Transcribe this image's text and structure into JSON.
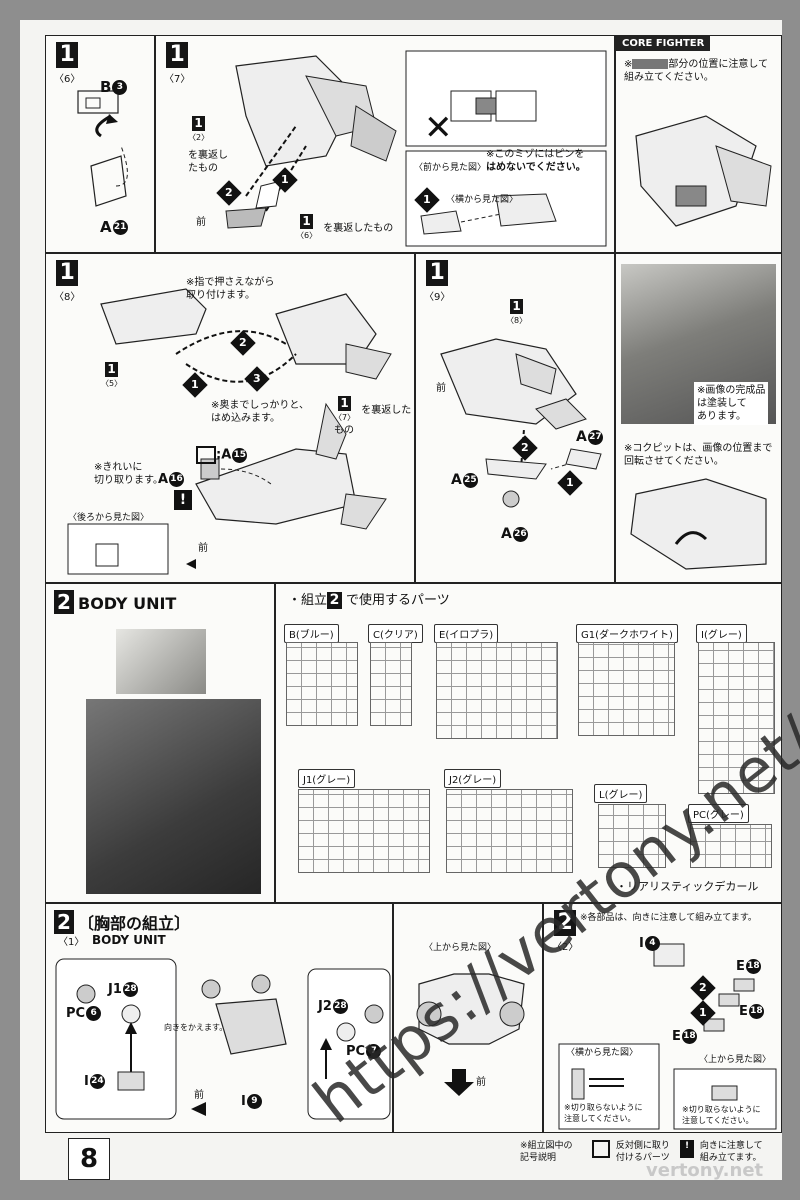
{
  "page_number": "8",
  "steps": {
    "s6": {
      "num": "1",
      "sub": "〈6〉",
      "part_b": "B",
      "part_b_no": "3",
      "part_a": "A",
      "part_a_no": "21"
    },
    "s7": {
      "num": "1",
      "sub": "〈7〉",
      "ref_num": "1",
      "ref_sub": "〈2〉",
      "flipped_note": "を裏返したもの",
      "ref2_num": "1",
      "ref2_sub": "〈6〉",
      "flipped_note2": "を裏返したもの",
      "front": "前",
      "seq1": "1",
      "seq2": "2",
      "front_view": "〈前から見た図〉",
      "side_view": "〈横から見た図〉",
      "groove_note_1": "※このミゾにはピンを",
      "groove_note_2": "はめないでください。",
      "x_mark": "✕"
    },
    "s7b": {
      "note_1": "※",
      "note_2": "部分の位置に注意して",
      "note_3": "組み立てください。",
      "header": "CORE FIGHTER"
    },
    "s8": {
      "num": "1",
      "sub": "〈8〉",
      "finger_note_1": "※指で押さえながら",
      "finger_note_2": "取り付けます。",
      "ref_num": "1",
      "ref_sub": "〈5〉",
      "ref2_num": "1",
      "ref2_sub": "〈7〉",
      "flipped_note": "を裏返したもの",
      "firm_note_1": "※奥までしっかりと、",
      "firm_note_2": "はめ込みます。",
      "seq1": "1",
      "seq2": "2",
      "seq3": "3",
      "cut_note_1": "※きれいに",
      "cut_note_2": "切り取ります。",
      "part_a15": "A",
      "part_a15_no": "15",
      "part_a16": "A",
      "part_a16_no": "16",
      "rear_view": "〈後ろから見た図〉",
      "front": "前"
    },
    "s9": {
      "num": "1",
      "sub": "〈9〉",
      "ref_num": "1",
      "ref_sub": "〈8〉",
      "front": "前",
      "seq1": "1",
      "seq2": "2",
      "part_a27": "A",
      "part_a27_no": "27",
      "part_a25": "A",
      "part_a25_no": "25",
      "part_a26": "A",
      "part_a26_no": "26"
    },
    "s9photo": {
      "painted_note_1": "※画像の完成品",
      "painted_note_2": "は塗装して",
      "painted_note_3": "あります。",
      "cockpit_note_1": "※コクピットは、画像の位置まで",
      "cockpit_note_2": "回転させてください。"
    }
  },
  "body_unit": {
    "num": "2",
    "title": "BODY UNIT",
    "parts_heading_pre": "・組立",
    "parts_heading_num": "2",
    "parts_heading_post": "で使用するパーツ",
    "runners": [
      {
        "label": "B(ブルー)"
      },
      {
        "label": "C(クリア)"
      },
      {
        "label": "E(イロプラ)"
      },
      {
        "label": "G1(ダークホワイト)"
      },
      {
        "label": "I(グレー)"
      },
      {
        "label": "J1(グレー)"
      },
      {
        "label": "J2(グレー)"
      },
      {
        "label": "L(グレー)"
      },
      {
        "label": "PC(グレー)"
      }
    ],
    "decal": "・リアリスティックデカール"
  },
  "chest": {
    "num": "2",
    "title": "〔胸部の組立〕",
    "sub": "〈1〉",
    "subtitle": "BODY UNIT",
    "j1": "J1",
    "j1_no": "28",
    "pc6": "PC",
    "pc6_no": "6",
    "i24": "I",
    "i24_no": "24",
    "turn_note": "向きをかえます。",
    "i9": "I",
    "i9_no": "9",
    "front": "前",
    "j2": "J2",
    "j2_no": "28",
    "pc7": "PC",
    "pc7_no": "7",
    "top_view": "〈上から見た図〉",
    "front2": "前"
  },
  "step2_2": {
    "num": "2",
    "sub": "〈2〉",
    "note": "※各部品は、向きに注意して組み立てます。",
    "i4": "I",
    "i4_no": "4",
    "e18a": "E",
    "e18a_no": "18",
    "e18b": "E",
    "e18b_no": "18",
    "e18c": "E",
    "e18c_no": "18",
    "seq1": "1",
    "seq2": "2",
    "side_view": "〈横から見た図〉",
    "top_view": "〈上から見た図〉",
    "caution_1": "※切り取らないように",
    "caution_2": "注意してください。",
    "caution_3": "※切り取らないように",
    "caution_4": "注意してください。"
  },
  "legend": {
    "symbols_1": "※組立図中の",
    "symbols_2": "記号説明",
    "flip_1": "反対側に取り",
    "flip_2": "付けるパーツ",
    "orient_1": "向きに注意して",
    "orient_2": "組み立てます。",
    "exclaim": "!"
  },
  "watermark": "https://vertony.net/",
  "watermark_small": "vertony.net"
}
